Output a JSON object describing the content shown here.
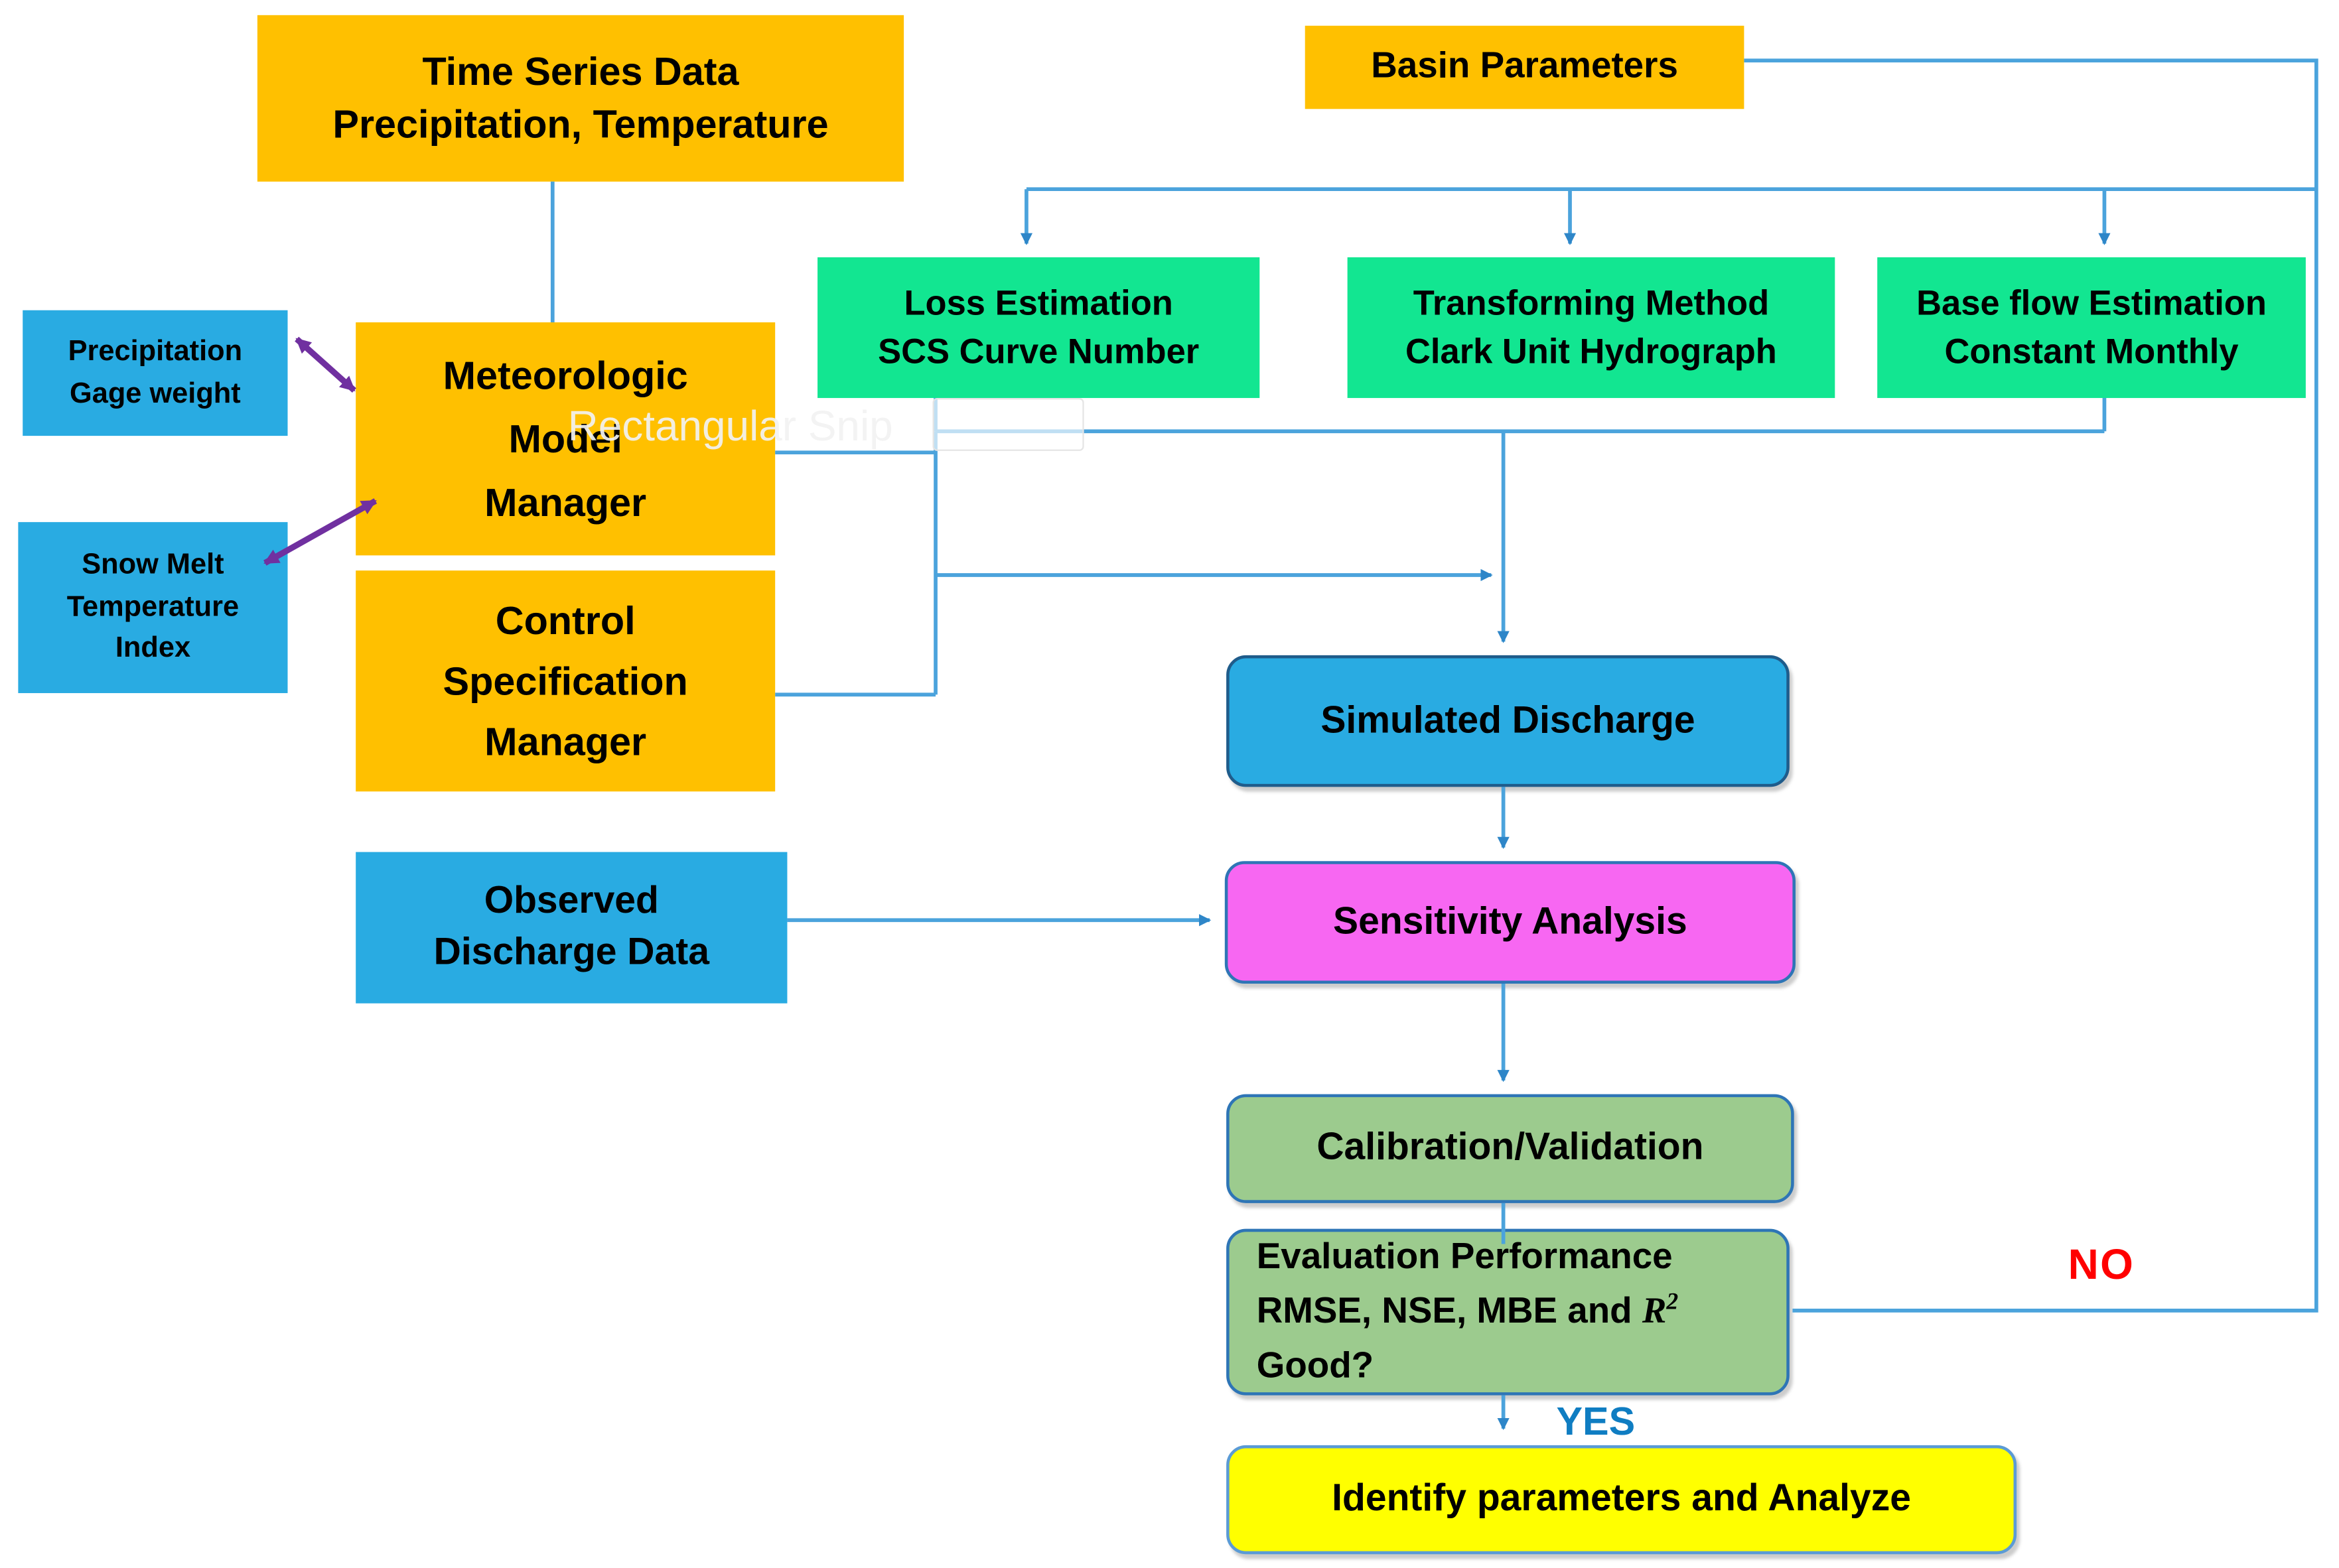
{
  "diagram": {
    "boxes": {
      "time_series": {
        "line1": "Time Series Data",
        "line2": "Precipitation, Temperature"
      },
      "basin_params": {
        "label": "Basin Parameters"
      },
      "loss": {
        "line1": "Loss Estimation",
        "line2": "SCS Curve Number"
      },
      "transforming": {
        "line1": "Transforming Method",
        "line2": "Clark Unit Hydrograph"
      },
      "baseflow": {
        "line1": "Base flow Estimation",
        "line2": "Constant Monthly"
      },
      "precip_gage": {
        "line1": "Precipitation",
        "line2": "Gage weight"
      },
      "snow_melt": {
        "line1": "Snow Melt",
        "line2": "Temperature",
        "line3": "Index"
      },
      "meteorologic": {
        "line1": "Meteorologic",
        "line2": "Model",
        "line3": "Manager"
      },
      "control": {
        "line1": "Control",
        "line2": "Specification",
        "line3": "Manager"
      },
      "observed": {
        "line1": "Observed",
        "line2": "Discharge Data"
      },
      "simulated": {
        "label": "Simulated Discharge"
      },
      "sensitivity": {
        "label": "Sensitivity Analysis"
      },
      "calibration": {
        "label": "Calibration/Validation"
      },
      "evaluation": {
        "line1": "Evaluation Performance",
        "line2_prefix": "RMSE, NSE, MBE and ",
        "line2_math": "R",
        "line2_sup": "2",
        "line3": "Good?"
      },
      "identify": {
        "label": "Identify parameters and Analyze"
      }
    },
    "labels": {
      "no": "NO",
      "yes": "YES",
      "watermark": "Rectangular Snip"
    },
    "colors": {
      "orange": "#FFC000",
      "cyan_blue": "#29ABE2",
      "spring_green": "#12E691",
      "magenta": "#F767F2",
      "soft_green": "#9CCB8E",
      "yellow": "#FFFF00",
      "line_blue": "#4BA3DC",
      "arrow_blue": "#2E86C8",
      "purple": "#7030A0",
      "no_red": "#FF0000",
      "yes_blue": "#0F7DC2",
      "border_blue": "#2E75B6"
    }
  }
}
